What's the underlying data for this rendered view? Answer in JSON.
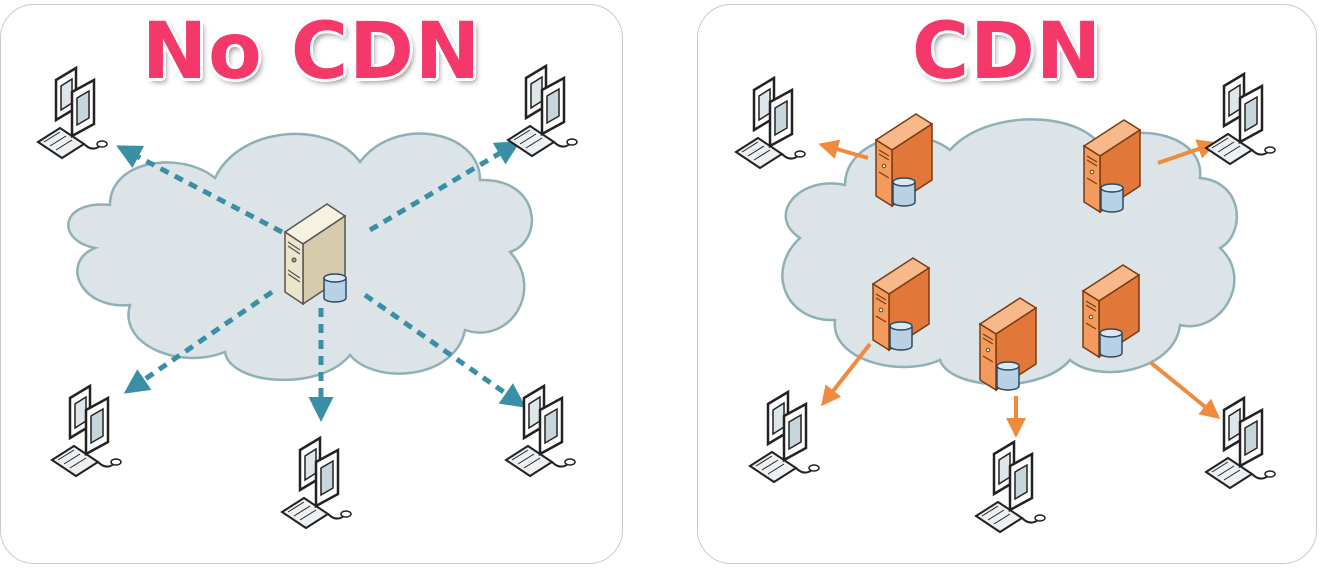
{
  "panels": {
    "left": {
      "title": "No CDN"
    },
    "right": {
      "title": "CDN"
    }
  },
  "colors": {
    "title": "#f4386a",
    "cloud_fill": "#dde4e8",
    "cloud_stroke": "#8fb0b6",
    "dashed_arrow": "#3a8ea5",
    "solid_arrow": "#f08a3c",
    "origin_server": "#e9e3cc",
    "edge_server": "#f4a46a"
  },
  "icons": [
    "cloud",
    "origin-server-icon",
    "edge-server-icon",
    "computer-icon",
    "database-icon"
  ]
}
